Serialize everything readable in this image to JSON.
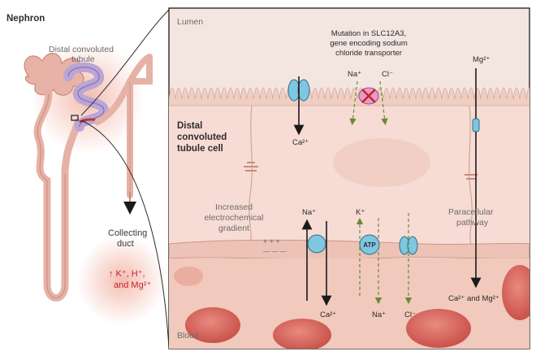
{
  "nephron": {
    "title": "Nephron",
    "dct_label_1": "Distal convoluted",
    "dct_label_2": "tubule",
    "collecting_1": "Collecting",
    "collecting_2": "duct",
    "effects_1": "↑ K⁺, H⁺,",
    "effects_2": "and Mg²⁺"
  },
  "cell": {
    "lumen": "Lumen",
    "blood": "Blood",
    "cell_label_1": "Distal",
    "cell_label_2": "convoluted",
    "cell_label_3": "tubule cell",
    "mutation_1": "Mutation in SLC12A3,",
    "mutation_2": "gene encoding sodium",
    "mutation_3": "chloride transporter",
    "gradient_1": "Increased",
    "gradient_2": "electrochemical",
    "gradient_3": "gradient",
    "paracellular_1": "Paracellular",
    "paracellular_2": "pathway",
    "plus": "+ + +",
    "minus": "— — —",
    "atp": "ATP"
  },
  "ions": {
    "na_top": "Na⁺",
    "cl_top": "Cl⁻",
    "ca_lumen": "Ca²⁺",
    "mg_top": "Mg²⁺",
    "na_basal": "Na⁺",
    "k_basal": "K⁺",
    "ca_blood": "Ca²⁺",
    "na_blood": "Na⁺",
    "cl_blood": "Cl⁻",
    "ca_mg_blood": "Ca²⁺ and Mg²⁺"
  },
  "colors": {
    "channel": "#7fc6e0",
    "channel_stroke": "#2f6f86",
    "cell_fill": "#f6dcd4",
    "lumen_fill": "#f3e6e0",
    "blood_fill": "#f1c9bd",
    "rbc": "#d9665c",
    "tubule": "#e6b2a6",
    "mutation_red": "#c8202a",
    "arrow_dashed": "#6a8a3a"
  }
}
